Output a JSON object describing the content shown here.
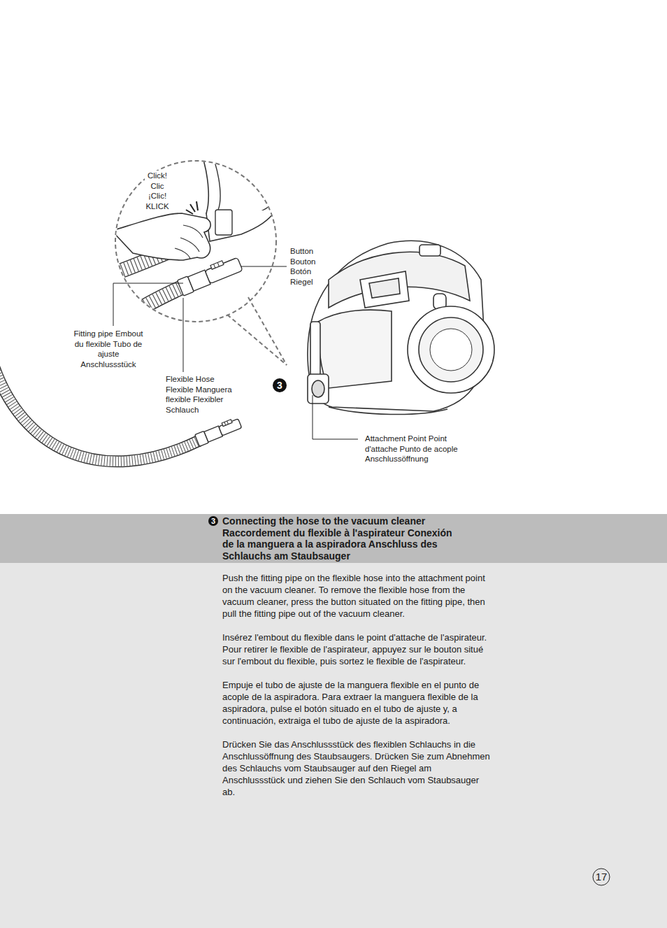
{
  "diagram": {
    "nodes": [
      {
        "text": [
          "Connecting the hose to the vacuum cleaner Raccordement du flexible à l'aspirateur Conexión de la manguera a la aspiradora Anschluss des Schlauchs am Staubsauger"
        ]
      },
      {
        "text": [
          "Push the fitting pipe on the flexible hose into the attachment point on the vacuum cleaner. To remove the flexible hose from the vacuum cleaner, press the button situated on the fitting pipe, then pull the fitting pipe out of the vacuum cleaner.",
          "Insérez l'embout du flexible dans le point d'attache de l'aspirateur. Pour retirer le flexible de l'aspirateur, appuyez sur le bouton situé sur l'embout du flexible, puis sortez le flexible de l'aspirateur.",
          "Empuje el tubo de ajuste de la manguera flexible en el punto de acople de la aspiradora. Para extraer la manguera flexible de la aspiradora, pulse el botón situado en el tubo de ajuste y, a continuación, extraiga el tubo de ajuste de la aspiradora.",
          "Drücken Sie das Anschlussstück des flexiblen Schlauchs in die Anschlussöffnung des Staubsaugers. Drücken Sie zum Abnehmen des Schlauchs vom Staubsauger auf den Riegel am Anschlussstück und ziehen Sie den Schlauch vom Staubsauger ab."
        ]
      }
    ],
    "labels": [
      "Click! Clic ¡Clic! KLICK",
      "Button Bouton Botón Riegel",
      "Fitting pipe Embout du flexible Tubo de ajuste Anschlussstück",
      "Flexible Hose Flexible Manguera flexible Flexibler Schlauch",
      "Attachment Point Point d'attache Punto de acople Anschlussöffnung",
      "3",
      "3",
      "17"
    ]
  }
}
